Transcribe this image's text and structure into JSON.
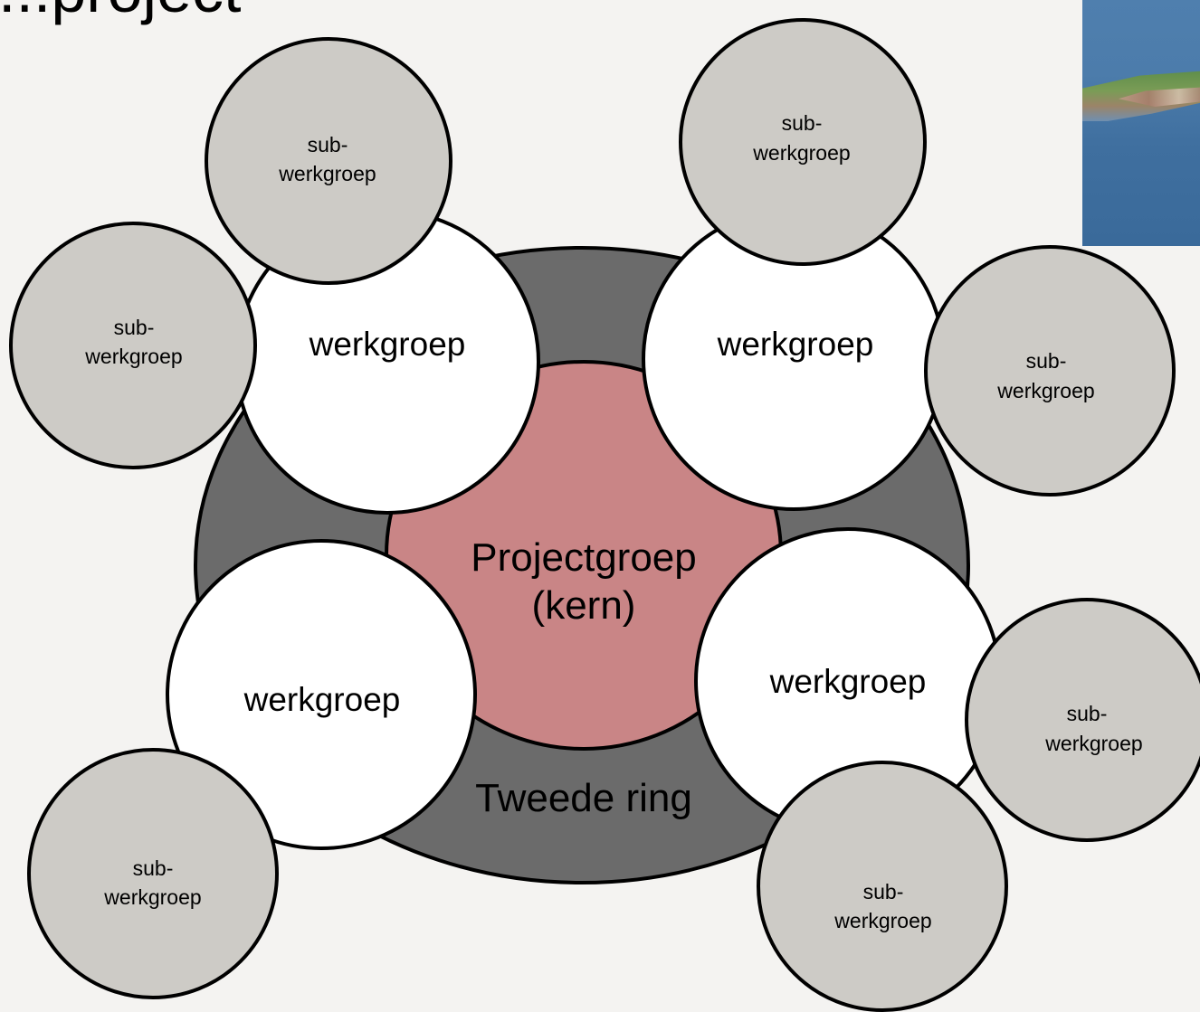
{
  "title": "...project",
  "core": {
    "line1": "Projectgroep",
    "line2": "(kern)"
  },
  "ring_label": "Tweede ring",
  "workgroup_label": "werkgroep",
  "sub_line1": "sub-",
  "sub_line2": "werkgroep",
  "colors": {
    "background": "#f4f3f1",
    "ring": "#6b6b6b",
    "core": "#c98586",
    "workgroup": "#ffffff",
    "subgroup": "#cdcbc6",
    "outline": "#000000"
  }
}
